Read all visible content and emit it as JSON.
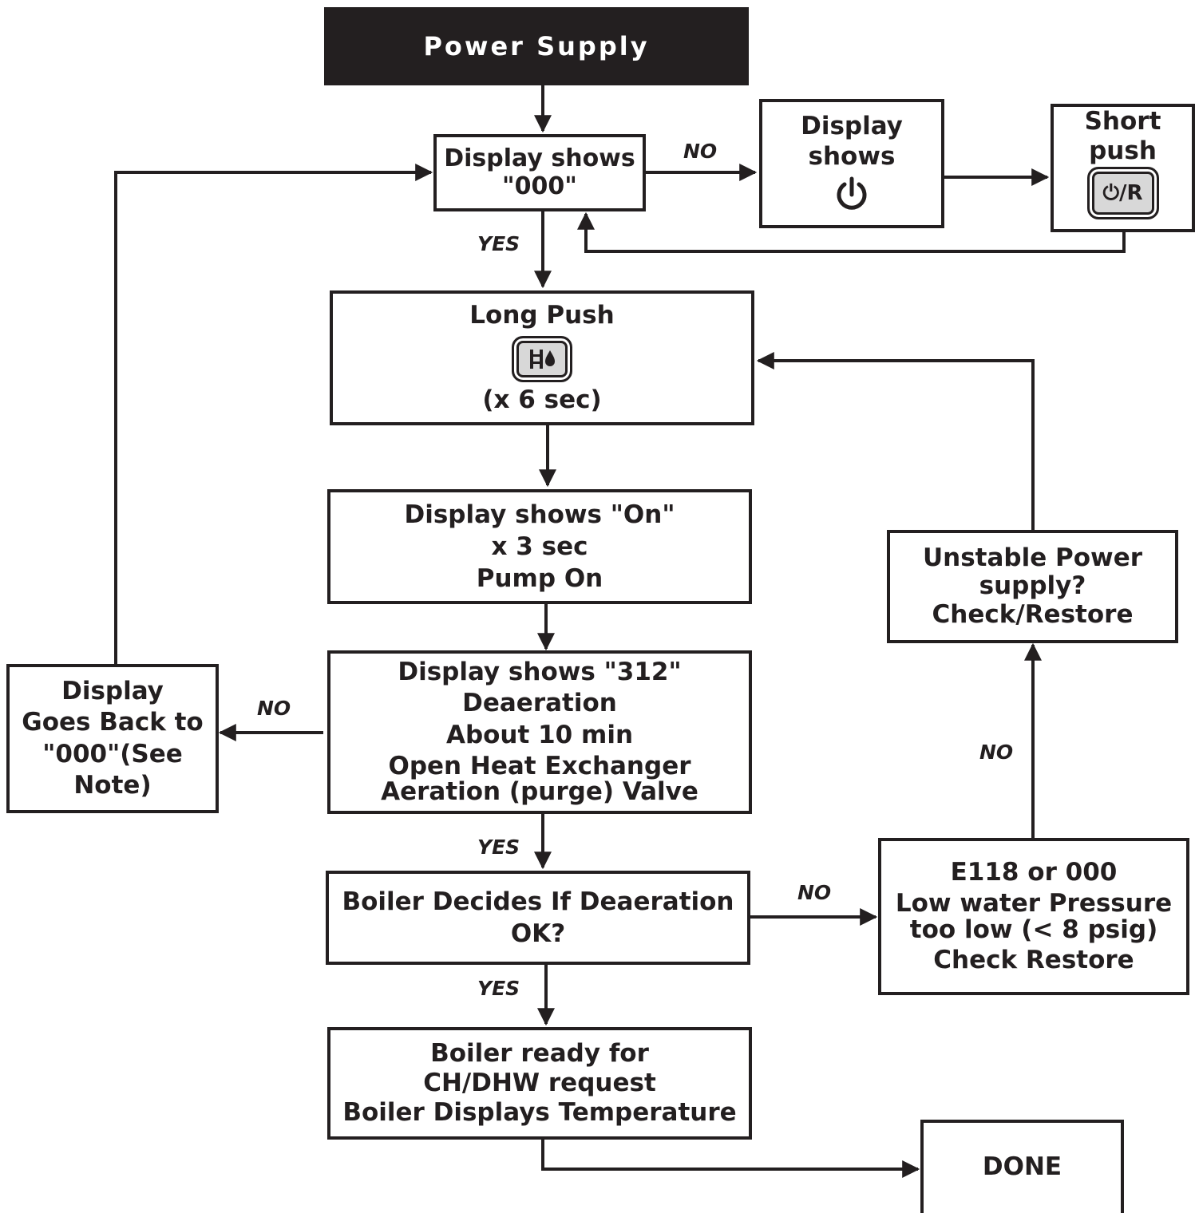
{
  "nodes": {
    "power_supply": "Power Supply",
    "display_000": [
      "Display shows",
      "\"000\""
    ],
    "display_shows_power": [
      "Display",
      "shows"
    ],
    "power_icon": "power-icon",
    "short_push": [
      "Short",
      "push"
    ],
    "reset_button": {
      "icon": "power-reset-button-icon",
      "label": "⏻/R"
    },
    "long_push_title": "Long Push",
    "deaeration_button_icon": "deaeration-button-icon",
    "long_push_duration": "(x 6 sec)",
    "display_on": [
      "Display shows \"On\"",
      "x 3 sec",
      "Pump On"
    ],
    "display_312": [
      "Display shows \"312\"",
      "Deaeration",
      "About 10 min",
      "Open Heat Exchanger",
      "Aeration (purge) Valve"
    ],
    "goes_back": [
      "Display",
      "Goes Back to",
      "\"000\"(See",
      "Note)"
    ],
    "boiler_decides": [
      "Boiler Decides If Deaeration",
      "OK?"
    ],
    "e118": [
      "E118 or 000",
      "Low water Pressure",
      "too low (< 8 psig)",
      "Check Restore"
    ],
    "unstable": [
      "Unstable Power",
      "supply?",
      "Check/Restore"
    ],
    "ready": [
      "Boiler ready for",
      "CH/DHW request",
      "Boiler Displays Temperature"
    ],
    "done": "DONE"
  },
  "edge_labels": {
    "no_display_000": "NO",
    "yes_display_000": "YES",
    "no_312": "NO",
    "yes_312": "YES",
    "no_boiler": "NO",
    "yes_boiler": "YES",
    "no_e118": "NO"
  },
  "colors": {
    "ink": "#231f20",
    "background": "#ffffff"
  }
}
